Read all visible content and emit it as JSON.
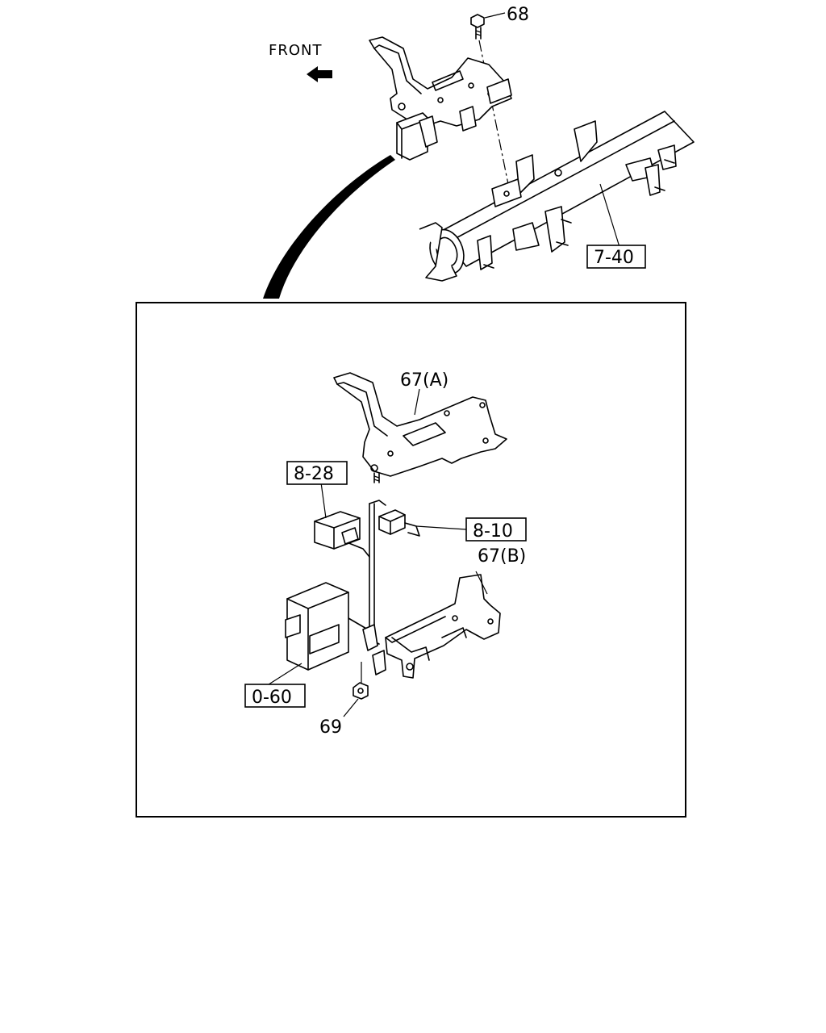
{
  "front_label": "FRONT",
  "callouts": {
    "bolt_68": "68",
    "crossmember_ref": "7-40",
    "bracket_a": "67(A)",
    "ref_8_28": "8-28",
    "ref_8_10": "8-10",
    "bracket_b": "67(B)",
    "ref_0_60": "0-60",
    "nut_69": "69"
  },
  "icons": {
    "front_arrow": "left-arrow-icon"
  }
}
